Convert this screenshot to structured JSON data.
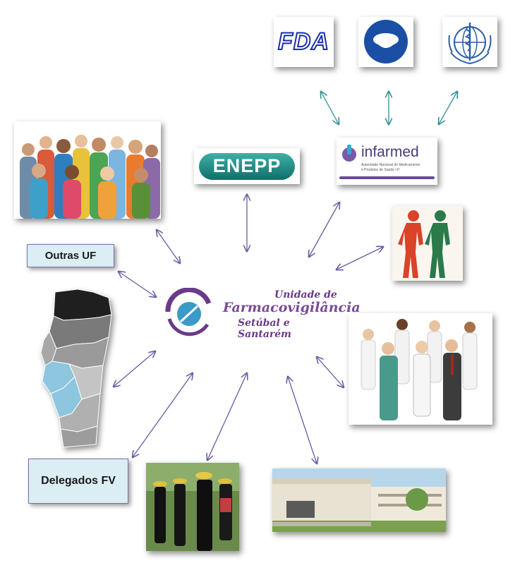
{
  "center": {
    "line1": "Unidade de",
    "line2": "Farmacovigilância",
    "line3": "Setúbal e Santarém"
  },
  "logos": {
    "fda": "FDA",
    "enepp": "ENEPP",
    "infarmed": "infarmed",
    "infarmed_sub1": "Autoridade Nacional do Medicamento",
    "infarmed_sub2": "e Produtos de Saúde I.P."
  },
  "labels": {
    "outras_uf": "Outras UF",
    "delegados_fv": "Delegados FV"
  },
  "colors": {
    "arrow_teal": "#2f8f95",
    "arrow_purple": "#6b5aa6",
    "label_bg": "#dbeef4",
    "center_purple": "#6a3a8a",
    "center_blue": "#3b9ac8"
  }
}
